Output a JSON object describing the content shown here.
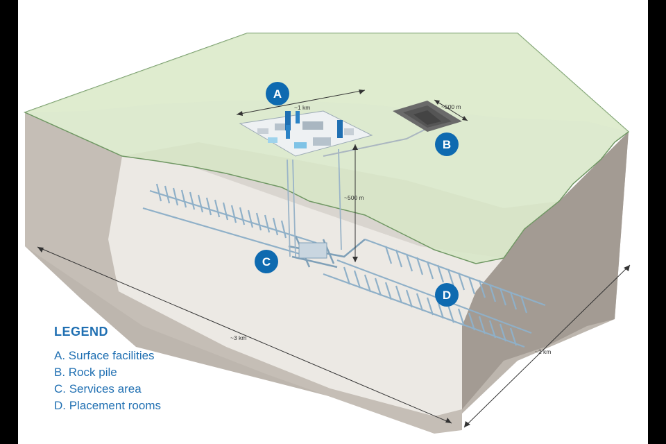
{
  "markers": {
    "a": "A",
    "b": "B",
    "c": "C",
    "d": "D"
  },
  "dimensions": {
    "surface_width": "~1 km",
    "rock_pile": "~500 m",
    "depth": "~500 m",
    "length": "~3 km",
    "width": "~2 km"
  },
  "legend": {
    "title": "LEGEND",
    "items": [
      "A. Surface facilities",
      "B. Rock pile",
      "C. Services area",
      "D. Placement rooms"
    ]
  },
  "colors": {
    "accent": "#1f6fb2",
    "marker": "#0e6ab0",
    "surface": "#d7e6c7",
    "rock_face": "#b9b2aa",
    "tunnels": "#8fb0c8"
  }
}
